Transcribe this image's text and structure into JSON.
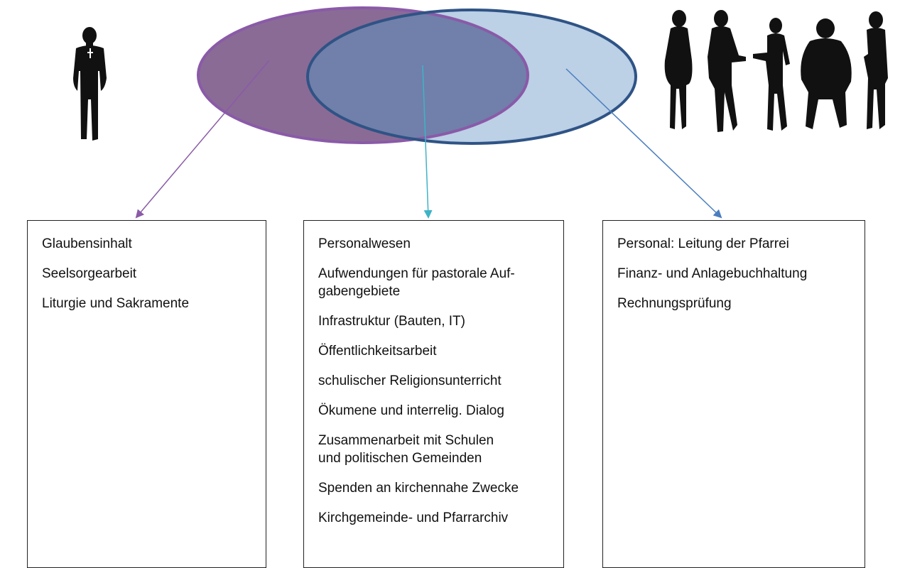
{
  "venn": {
    "left_set_color": "#8a6b96",
    "left_set_border": "#8a5aa8",
    "right_set_color": "#bcd0e6",
    "right_set_border": "#2f5385",
    "overlap_color": "#7080aa"
  },
  "figures": {
    "left": "priest-silhouette-icon",
    "right": "people-group-silhouette-icon"
  },
  "arrows": {
    "left_color": "#8a5aa8",
    "middle_color": "#3fb3c6",
    "right_color": "#4a7ebf"
  },
  "boxes": {
    "left": {
      "items": [
        "Glaubensinhalt",
        "Seelsorgearbeit",
        "Liturgie und Sakramente"
      ]
    },
    "middle": {
      "items": [
        "Personalwesen",
        "Aufwendungen für pastorale Auf-\ngabengebiete",
        "Infrastruktur (Bauten, IT)",
        "Öffentlichkeitsarbeit",
        "schulischer Religionsunterricht",
        "Ökumene und interrelig. Dialog",
        "Zusammenarbeit mit Schulen\nund politischen Gemeinden",
        "Spenden an kirchennahe Zwecke",
        "Kirchgemeinde- und Pfarrarchiv"
      ]
    },
    "right": {
      "items": [
        "Personal: Leitung der Pfarrei",
        "Finanz- und Anlagebuchhaltung",
        "Rechnungsprüfung"
      ]
    }
  }
}
